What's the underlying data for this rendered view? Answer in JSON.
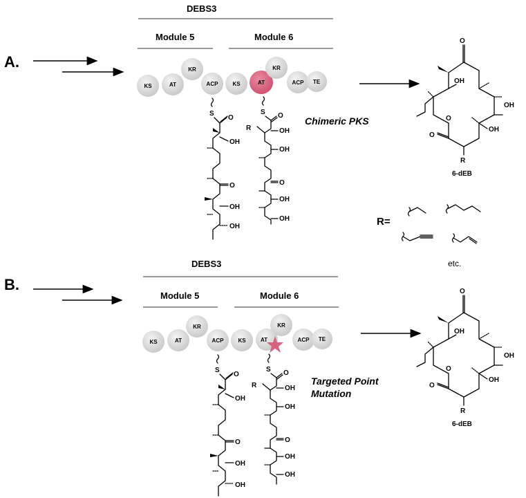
{
  "panel_a": {
    "label": "A.",
    "protein": "DEBS3",
    "module5": "Module 5",
    "module6": "Module 6",
    "domains": [
      "KS",
      "AT",
      "KR",
      "ACP",
      "KS",
      "AT",
      "KR",
      "ACP",
      "TE"
    ],
    "note": "Chimeric PKS",
    "product": "6-dEB"
  },
  "panel_b": {
    "label": "B.",
    "protein": "DEBS3",
    "module5": "Module 5",
    "module6": "Module 6",
    "domains": [
      "KS",
      "AT",
      "KR",
      "ACP",
      "KS",
      "AT",
      "KR",
      "ACP",
      "TE"
    ],
    "note_line1": "Targeted Point",
    "note_line2": "Mutation",
    "product": "6-dEB"
  },
  "r_group": {
    "label": "R=",
    "etc": "etc."
  },
  "atoms": {
    "S": "S",
    "O": "O",
    "OH": "OH",
    "R": "R"
  },
  "colors": {
    "domain_fill": "#dcdcdc",
    "highlight": "#d9627f"
  }
}
